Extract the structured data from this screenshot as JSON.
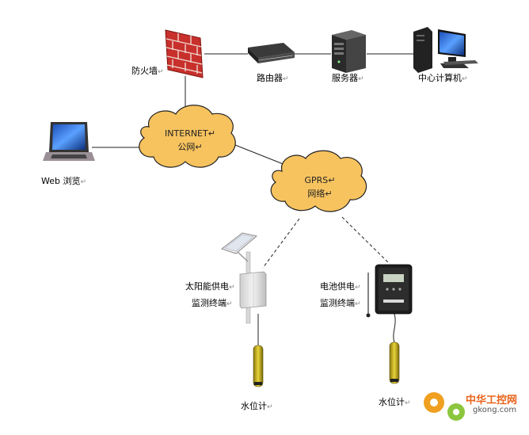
{
  "nodes": {
    "firewall": {
      "label": "防火墙"
    },
    "router": {
      "label": "路由器"
    },
    "server": {
      "label": "服务器"
    },
    "center_pc": {
      "label": "中心计算机"
    },
    "web": {
      "label": "Web 浏览"
    },
    "internet": {
      "line1": "INTERNET",
      "line2": "公网"
    },
    "gprs": {
      "line1": "GPRS",
      "line2": "网络"
    },
    "solar_terminal": {
      "line1": "太阳能供电",
      "line2": "监测终端"
    },
    "battery_terminal": {
      "line1": "电池供电",
      "line2": "监测终端"
    },
    "gauge_left": {
      "label": "水位计"
    },
    "gauge_right": {
      "label": "水位计"
    }
  },
  "paragraph_mark": "↵",
  "watermark": {
    "brand": "中华工控网",
    "url": "gkong.com"
  },
  "colors": {
    "cloud_fill": "#f7c35f",
    "cloud_stroke": "#222222",
    "brick": "#c8302c",
    "line": "#222222"
  }
}
